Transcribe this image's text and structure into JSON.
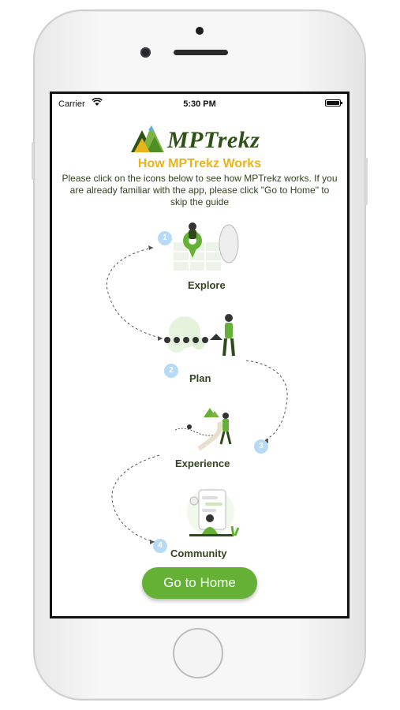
{
  "status_bar": {
    "carrier": "Carrier",
    "time": "5:30 PM"
  },
  "app": {
    "logo_text": "MPTrekz",
    "title": "How MPTrekz Works",
    "description": "Please click on the icons below to see how MPTrekz works. If you are already familiar with the app, please click \"Go to Home\" to skip the guide"
  },
  "steps": [
    {
      "number": "1",
      "label": "Explore"
    },
    {
      "number": "2",
      "label": "Plan"
    },
    {
      "number": "3",
      "label": "Experience"
    },
    {
      "number": "4",
      "label": "Community"
    }
  ],
  "actions": {
    "go_home_label": "Go to Home"
  },
  "colors": {
    "brand_green": "#65b135",
    "title_yellow": "#e8b31b",
    "dark_green": "#2f5116",
    "step_badge": "#b7dbf4"
  }
}
